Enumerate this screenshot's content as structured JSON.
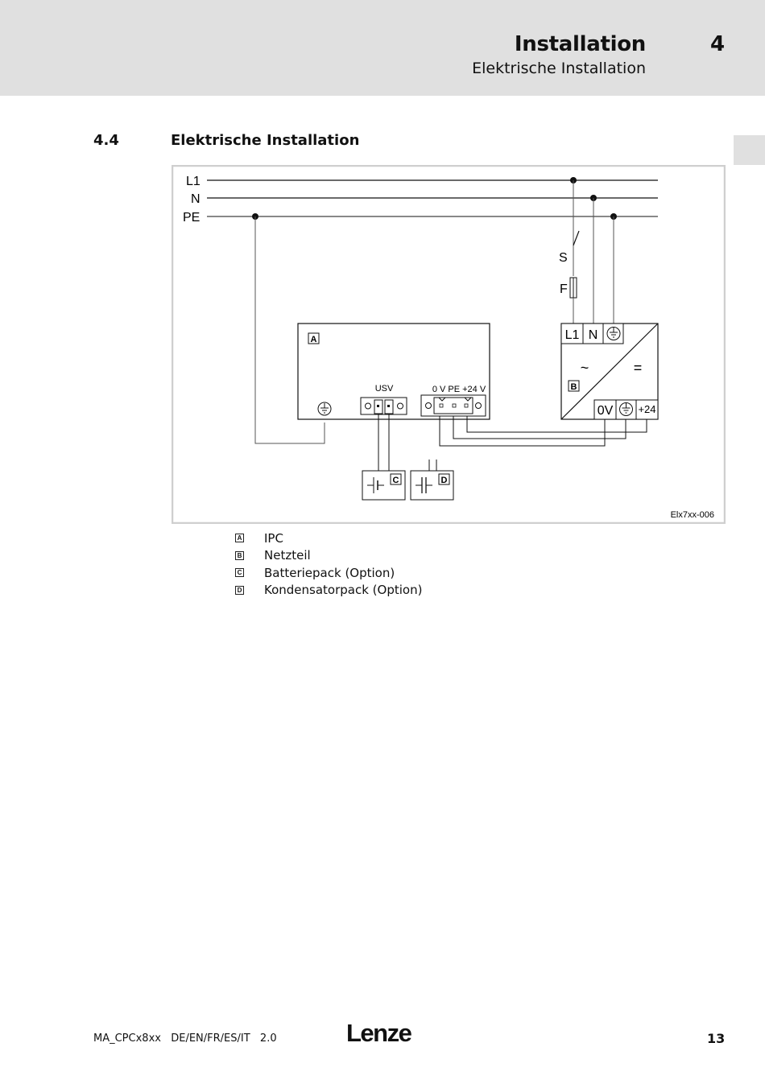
{
  "header": {
    "title": "Installation",
    "chapter_number": "4",
    "subtitle": "Elektrische Installation"
  },
  "section": {
    "number": "4.4",
    "title": "Elektrische Installation"
  },
  "diagram": {
    "lines": [
      "L1",
      "N",
      "PE"
    ],
    "switch_label": "S",
    "fuse_label": "F",
    "ipc_tag": "A",
    "psu_tag": "B",
    "battery_tag": "C",
    "capacitor_tag": "D",
    "usv_label": "USV",
    "power_connector_label": "0 V PE +24 V",
    "psu_l1": "L1",
    "psu_n": "N",
    "psu_ac_symbol": "~",
    "psu_dc_symbol": "=",
    "psu_0v": "0V",
    "psu_24": "+24",
    "figure_id": "Elx7xx-006"
  },
  "legend": [
    {
      "key": "A",
      "text": "IPC"
    },
    {
      "key": "B",
      "text": "Netzteil"
    },
    {
      "key": "C",
      "text": "Batteriepack (Option)"
    },
    {
      "key": "D",
      "text": "Kondensatorpack (Option)"
    }
  ],
  "footer": {
    "doc_id": "MA_CPCx8xx  DE/EN/FR/ES/IT  2.0",
    "logo": "Lenze",
    "page_number": "13"
  }
}
